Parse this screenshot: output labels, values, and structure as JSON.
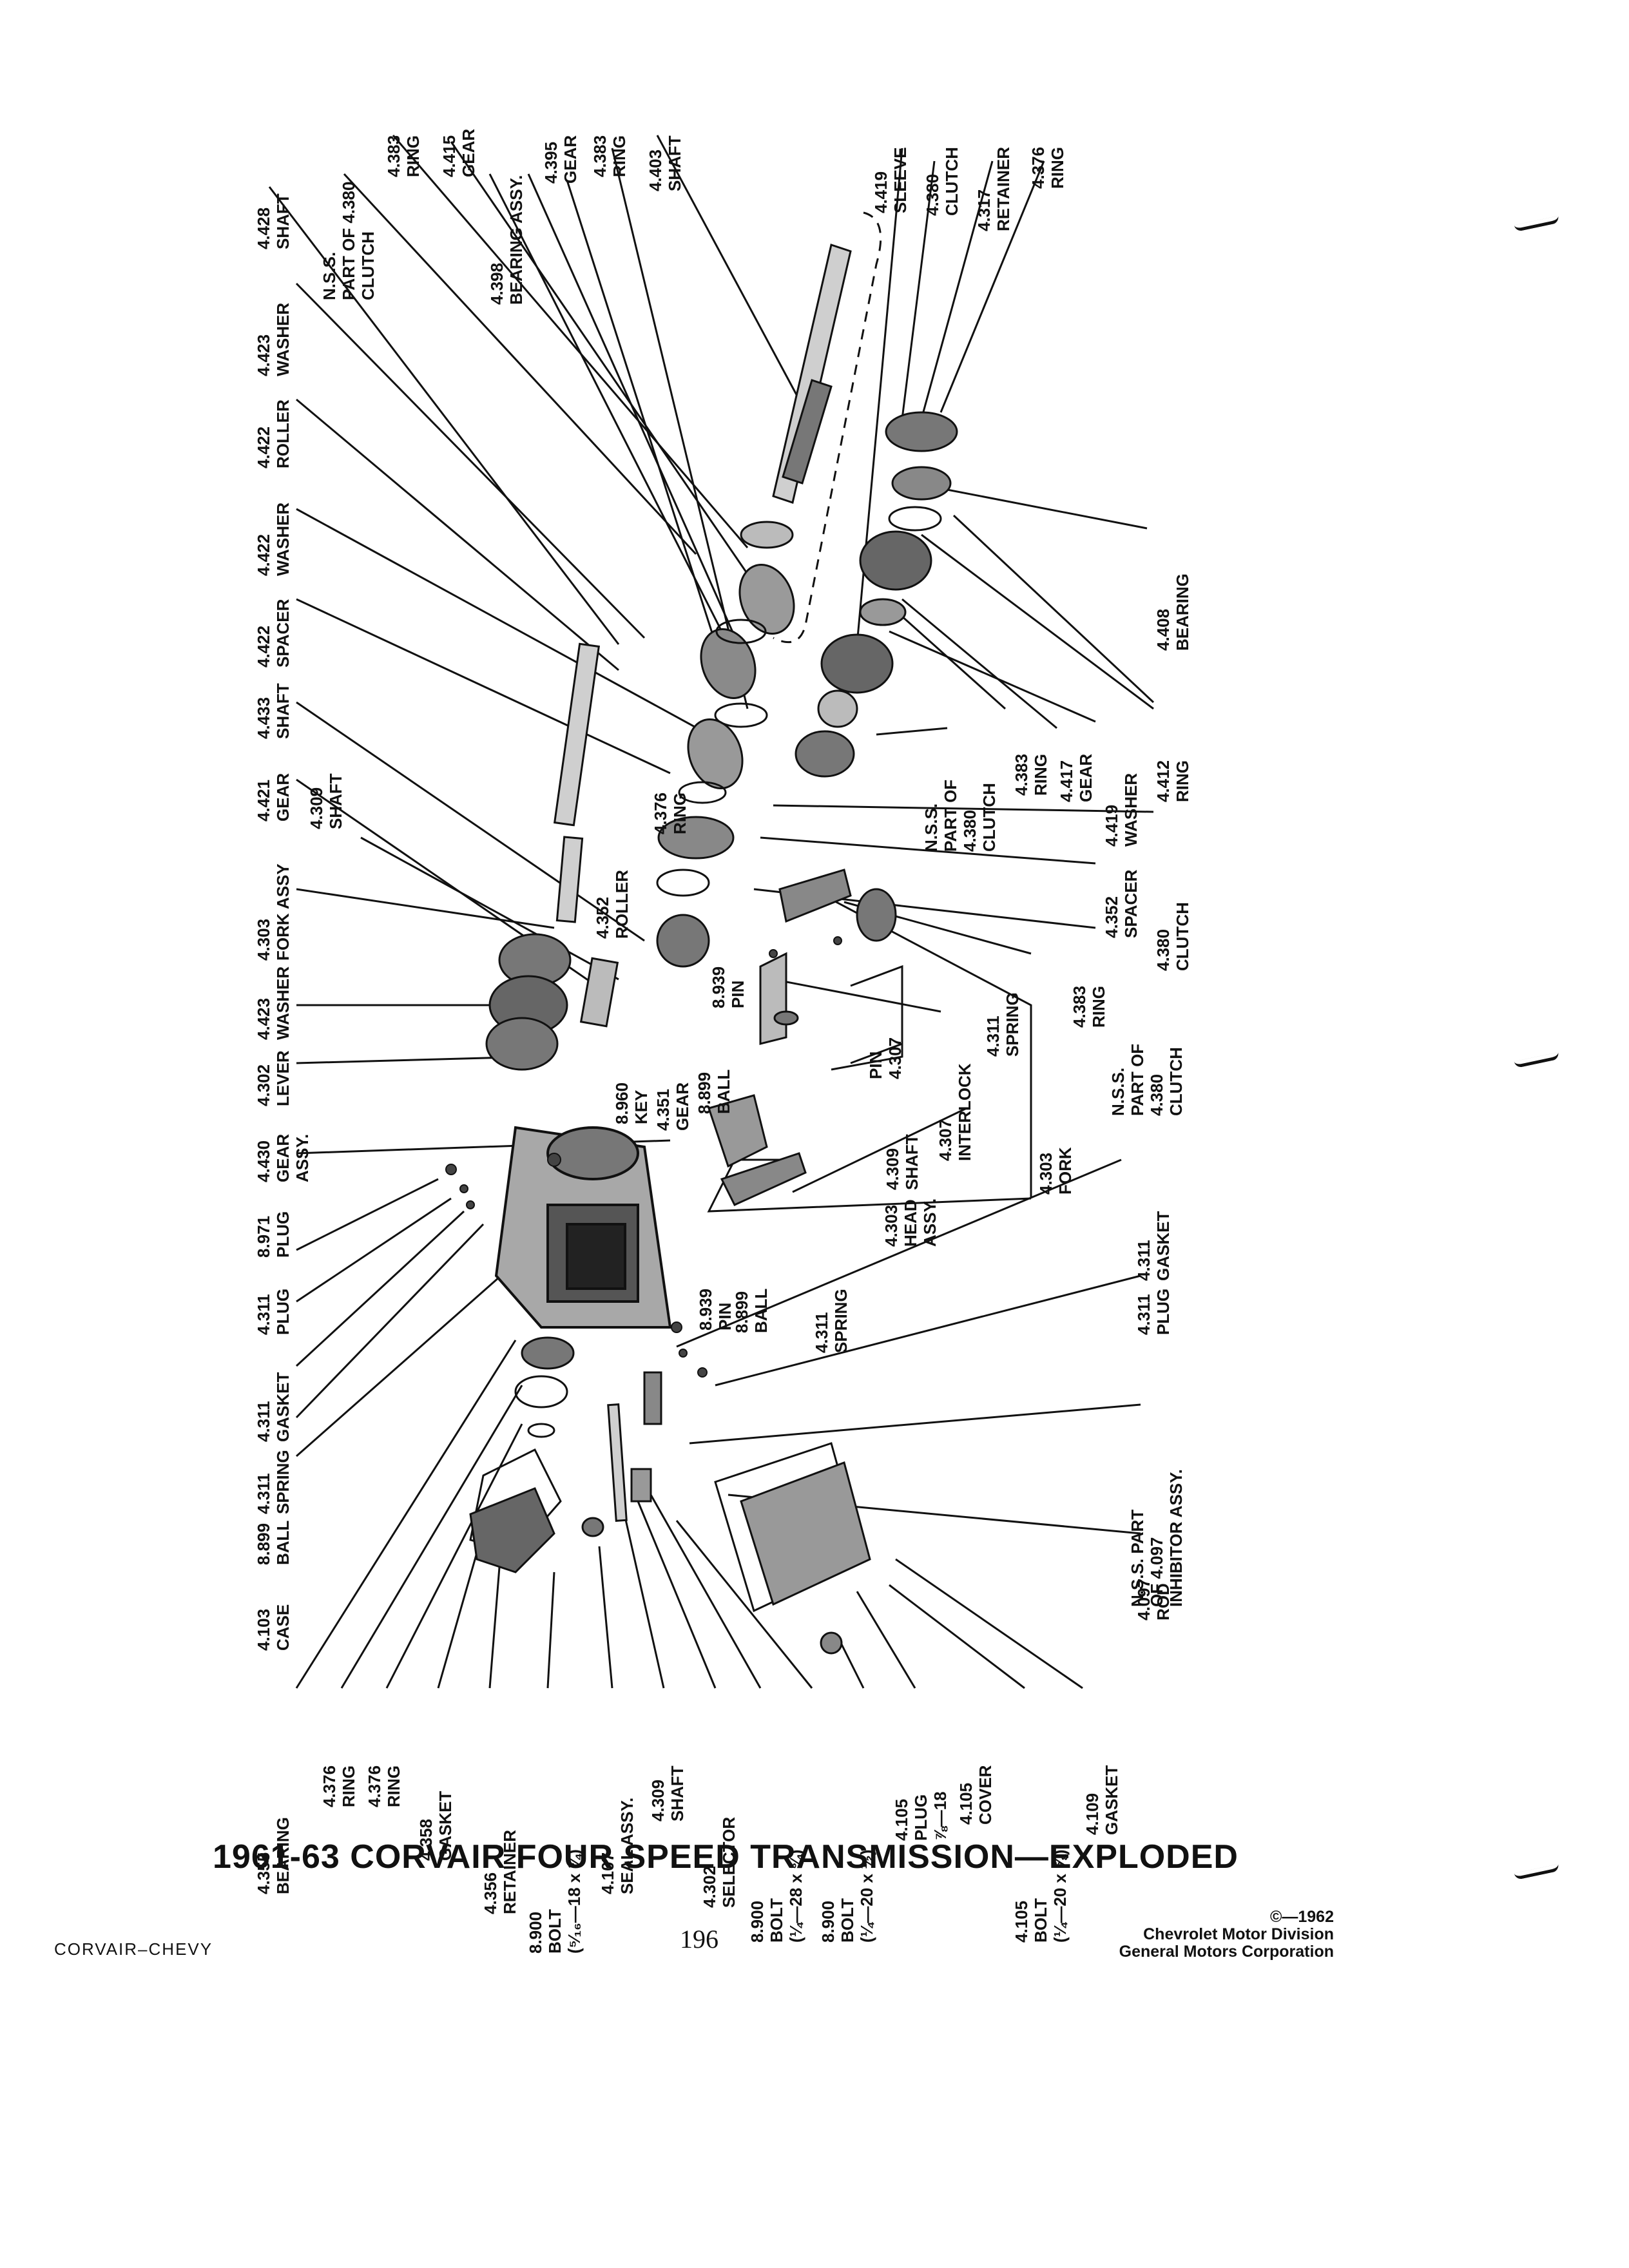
{
  "title": "1961-63 CORVAIR FOUR SPEED TRANSMISSION—EXPLODED",
  "footer": {
    "left": "CORVAIR–CHEVY",
    "page_number": "196",
    "copyright": [
      "©—1962",
      "Chevrolet Motor Division",
      "General Motors Corporation"
    ]
  },
  "labels": {
    "l4428": [
      "4.428",
      "SHAFT"
    ],
    "l_nss_top": [
      "N.S.S.",
      "PART OF 4.380",
      "CLUTCH"
    ],
    "l4383a": [
      "4.383",
      "RING"
    ],
    "l4415": [
      "4.415",
      "GEAR"
    ],
    "l4398": [
      "4.398",
      "BEARING ASSY."
    ],
    "l4395": [
      "4.395",
      "GEAR"
    ],
    "l4383b": [
      "4.383",
      "RING"
    ],
    "l4403": [
      "4.403",
      "SHAFT"
    ],
    "l4419a": [
      "4.419",
      "SLEEVE"
    ],
    "l4380a": [
      "4.380",
      "CLUTCH"
    ],
    "l4317": [
      "4.317",
      "RETAINER"
    ],
    "l4376a": [
      "4.376",
      "RING"
    ],
    "l4423a": [
      "4.423",
      "WASHER"
    ],
    "l4422a": [
      "4.422",
      "ROLLER"
    ],
    "l4422b": [
      "4.422",
      "WASHER"
    ],
    "l4422c": [
      "4.422",
      "SPACER"
    ],
    "l4433": [
      "4.433",
      "SHAFT"
    ],
    "l4421": [
      "4.421",
      "GEAR"
    ],
    "l4309a": [
      "4.309",
      "SHAFT"
    ],
    "l4303a": [
      "4.303",
      "FORK ASSY"
    ],
    "l4423b": [
      "4.423",
      "WASHER"
    ],
    "l4302a": [
      "4.302",
      "LEVER"
    ],
    "l4430": [
      "4.430",
      "GEAR",
      "ASSY."
    ],
    "l8971": [
      "8.971",
      "PLUG"
    ],
    "l4311a": [
      "4.311",
      "PLUG"
    ],
    "l4311b": [
      "4.311",
      "GASKET"
    ],
    "l4311c": [
      "4.311",
      "SPRING"
    ],
    "l8899a": [
      "8.899",
      "BALL"
    ],
    "l4103": [
      "4.103",
      "CASE"
    ],
    "l4376b": [
      "4.376",
      "RING"
    ],
    "l4352a": [
      "4.352",
      "ROLLER"
    ],
    "l8939a": [
      "8.939",
      "PIN"
    ],
    "l8960": [
      "8.960",
      "KEY"
    ],
    "l4351": [
      "4.351",
      "GEAR"
    ],
    "l8899b": [
      "8.899",
      "BALL"
    ],
    "l4311d": [
      "4.311",
      "SPRING"
    ],
    "l_pin4307": [
      "PIN",
      "4.307"
    ],
    "l4307": [
      "4.307",
      "INTERLOCK"
    ],
    "l4309b": [
      "4.309",
      "SHAFT"
    ],
    "l4303b": [
      "4.303",
      "HEAD",
      "ASSY."
    ],
    "l8939b": [
      "8.939",
      "PIN"
    ],
    "l8899c": [
      "8.899",
      "BALL"
    ],
    "l4311e": [
      "4.311",
      "SPRING"
    ],
    "l4303c": [
      "4.303",
      "FORK"
    ],
    "l4311f": [
      "4.311",
      "GASKET"
    ],
    "l4311g": [
      "4.311",
      "PLUG"
    ],
    "l_nss_inhib": [
      "N.S.S. PART",
      "OF 4.097",
      "INHIBITOR ASSY."
    ],
    "l4097": [
      "4.097",
      "ROD"
    ],
    "l4408": [
      "4.408",
      "BEARING"
    ],
    "l_nss_mid": [
      "N.S.S.",
      "PART OF",
      "4.380",
      "CLUTCH"
    ],
    "l4383c": [
      "4.383",
      "RING"
    ],
    "l4417": [
      "4.417",
      "GEAR"
    ],
    "l4419b": [
      "4.419",
      "WASHER"
    ],
    "l4412": [
      "4.412",
      "RING"
    ],
    "l4352b": [
      "4.352",
      "SPACER"
    ],
    "l4380b": [
      "4.380",
      "CLUTCH"
    ],
    "l4383d": [
      "4.383",
      "RING"
    ],
    "l_nss_low": [
      "N.S.S.",
      "PART OF",
      "4.380",
      "CLUTCH"
    ],
    "l4355": [
      "4.355",
      "BEARING"
    ],
    "l4376c": [
      "4.376",
      "RING"
    ],
    "l4376d": [
      "4.376",
      "RING"
    ],
    "l4358": [
      "4.358",
      "GASKET"
    ],
    "l4356": [
      "4.356",
      "RETAINER"
    ],
    "l8900a": [
      "8.900",
      "BOLT",
      "(⁵⁄₁₆—18 x ¾)"
    ],
    "l4107": [
      "4.107",
      "SEAL ASSY."
    ],
    "l4309c": [
      "4.309",
      "SHAFT"
    ],
    "l4302b": [
      "4.302",
      "SELECTOR"
    ],
    "l8900b": [
      "8.900",
      "BOLT",
      "(¼—28 x ¾)"
    ],
    "l8900c": [
      "8.900",
      "BOLT",
      "(¼—20 x ½)"
    ],
    "l4105a": [
      "4.105",
      "PLUG",
      "⅞—18"
    ],
    "l4105b": [
      "4.105",
      "COVER"
    ],
    "l4105c": [
      "4.105",
      "BOLT",
      "(¼—20 x ⅝)"
    ],
    "l4109": [
      "4.109",
      "GASKET"
    ]
  }
}
